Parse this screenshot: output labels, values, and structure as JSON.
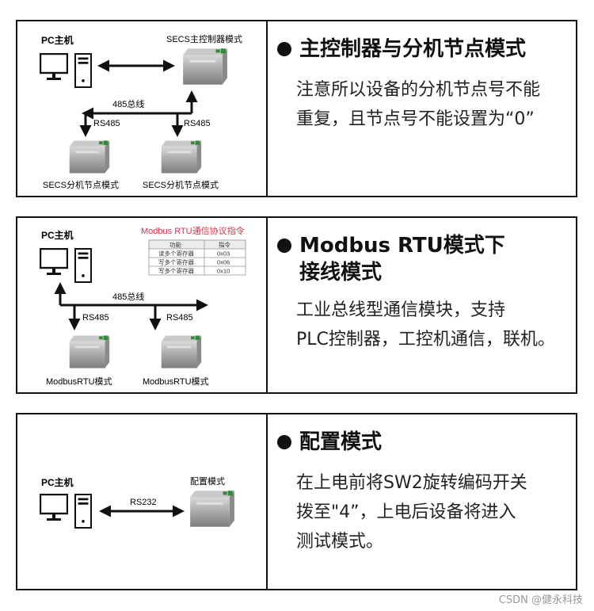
{
  "panel1": {
    "pc_label": "PC主机",
    "master_label": "SECS主控制器模式",
    "bus_label": "485总线",
    "rs485_left": "RS485",
    "rs485_right": "RS485",
    "node_left_label": "SECS分机节点模式",
    "node_right_label": "SECS分机节点模式",
    "title": "主控制器与分机节点模式",
    "desc_line1": "注意所以设备的分机节点号不能",
    "desc_line2": "重复，且节点号不能设置为“0”"
  },
  "panel2": {
    "pc_label": "PC主机",
    "table_title": "Modbus RTU通信协议指令",
    "table_headers": [
      "功能",
      "指令"
    ],
    "table_rows": [
      [
        "读多个寄存器",
        "0x03"
      ],
      [
        "写多个寄存器",
        "0x06"
      ],
      [
        "写多个寄存器",
        "0x10"
      ]
    ],
    "bus_label": "485总线",
    "rs485_left": "RS485",
    "rs485_right": "RS485",
    "node_left_label": "ModbusRTU模式",
    "node_right_label": "ModbusRTU模式",
    "title_line1": "Modbus RTU模式下",
    "title_line2": "接线模式",
    "desc_line1": "工业总线型通信模块，支持",
    "desc_line2": "PLC控制器，工控机通信，联机。"
  },
  "panel3": {
    "pc_label": "PC主机",
    "device_label": "配置模式",
    "link_label": "RS232",
    "title": "配置模式",
    "desc_line1": "在上电前将SW2旋转编码开关",
    "desc_line2": "拨至\"4”，上电后设备将进入",
    "desc_line3": "测试模式。"
  },
  "watermark": "CSDN @健永科技",
  "colors": {
    "table_title": "#e0304a",
    "device_body": "#9a9a9a",
    "terminal": "#2e8b3a"
  }
}
